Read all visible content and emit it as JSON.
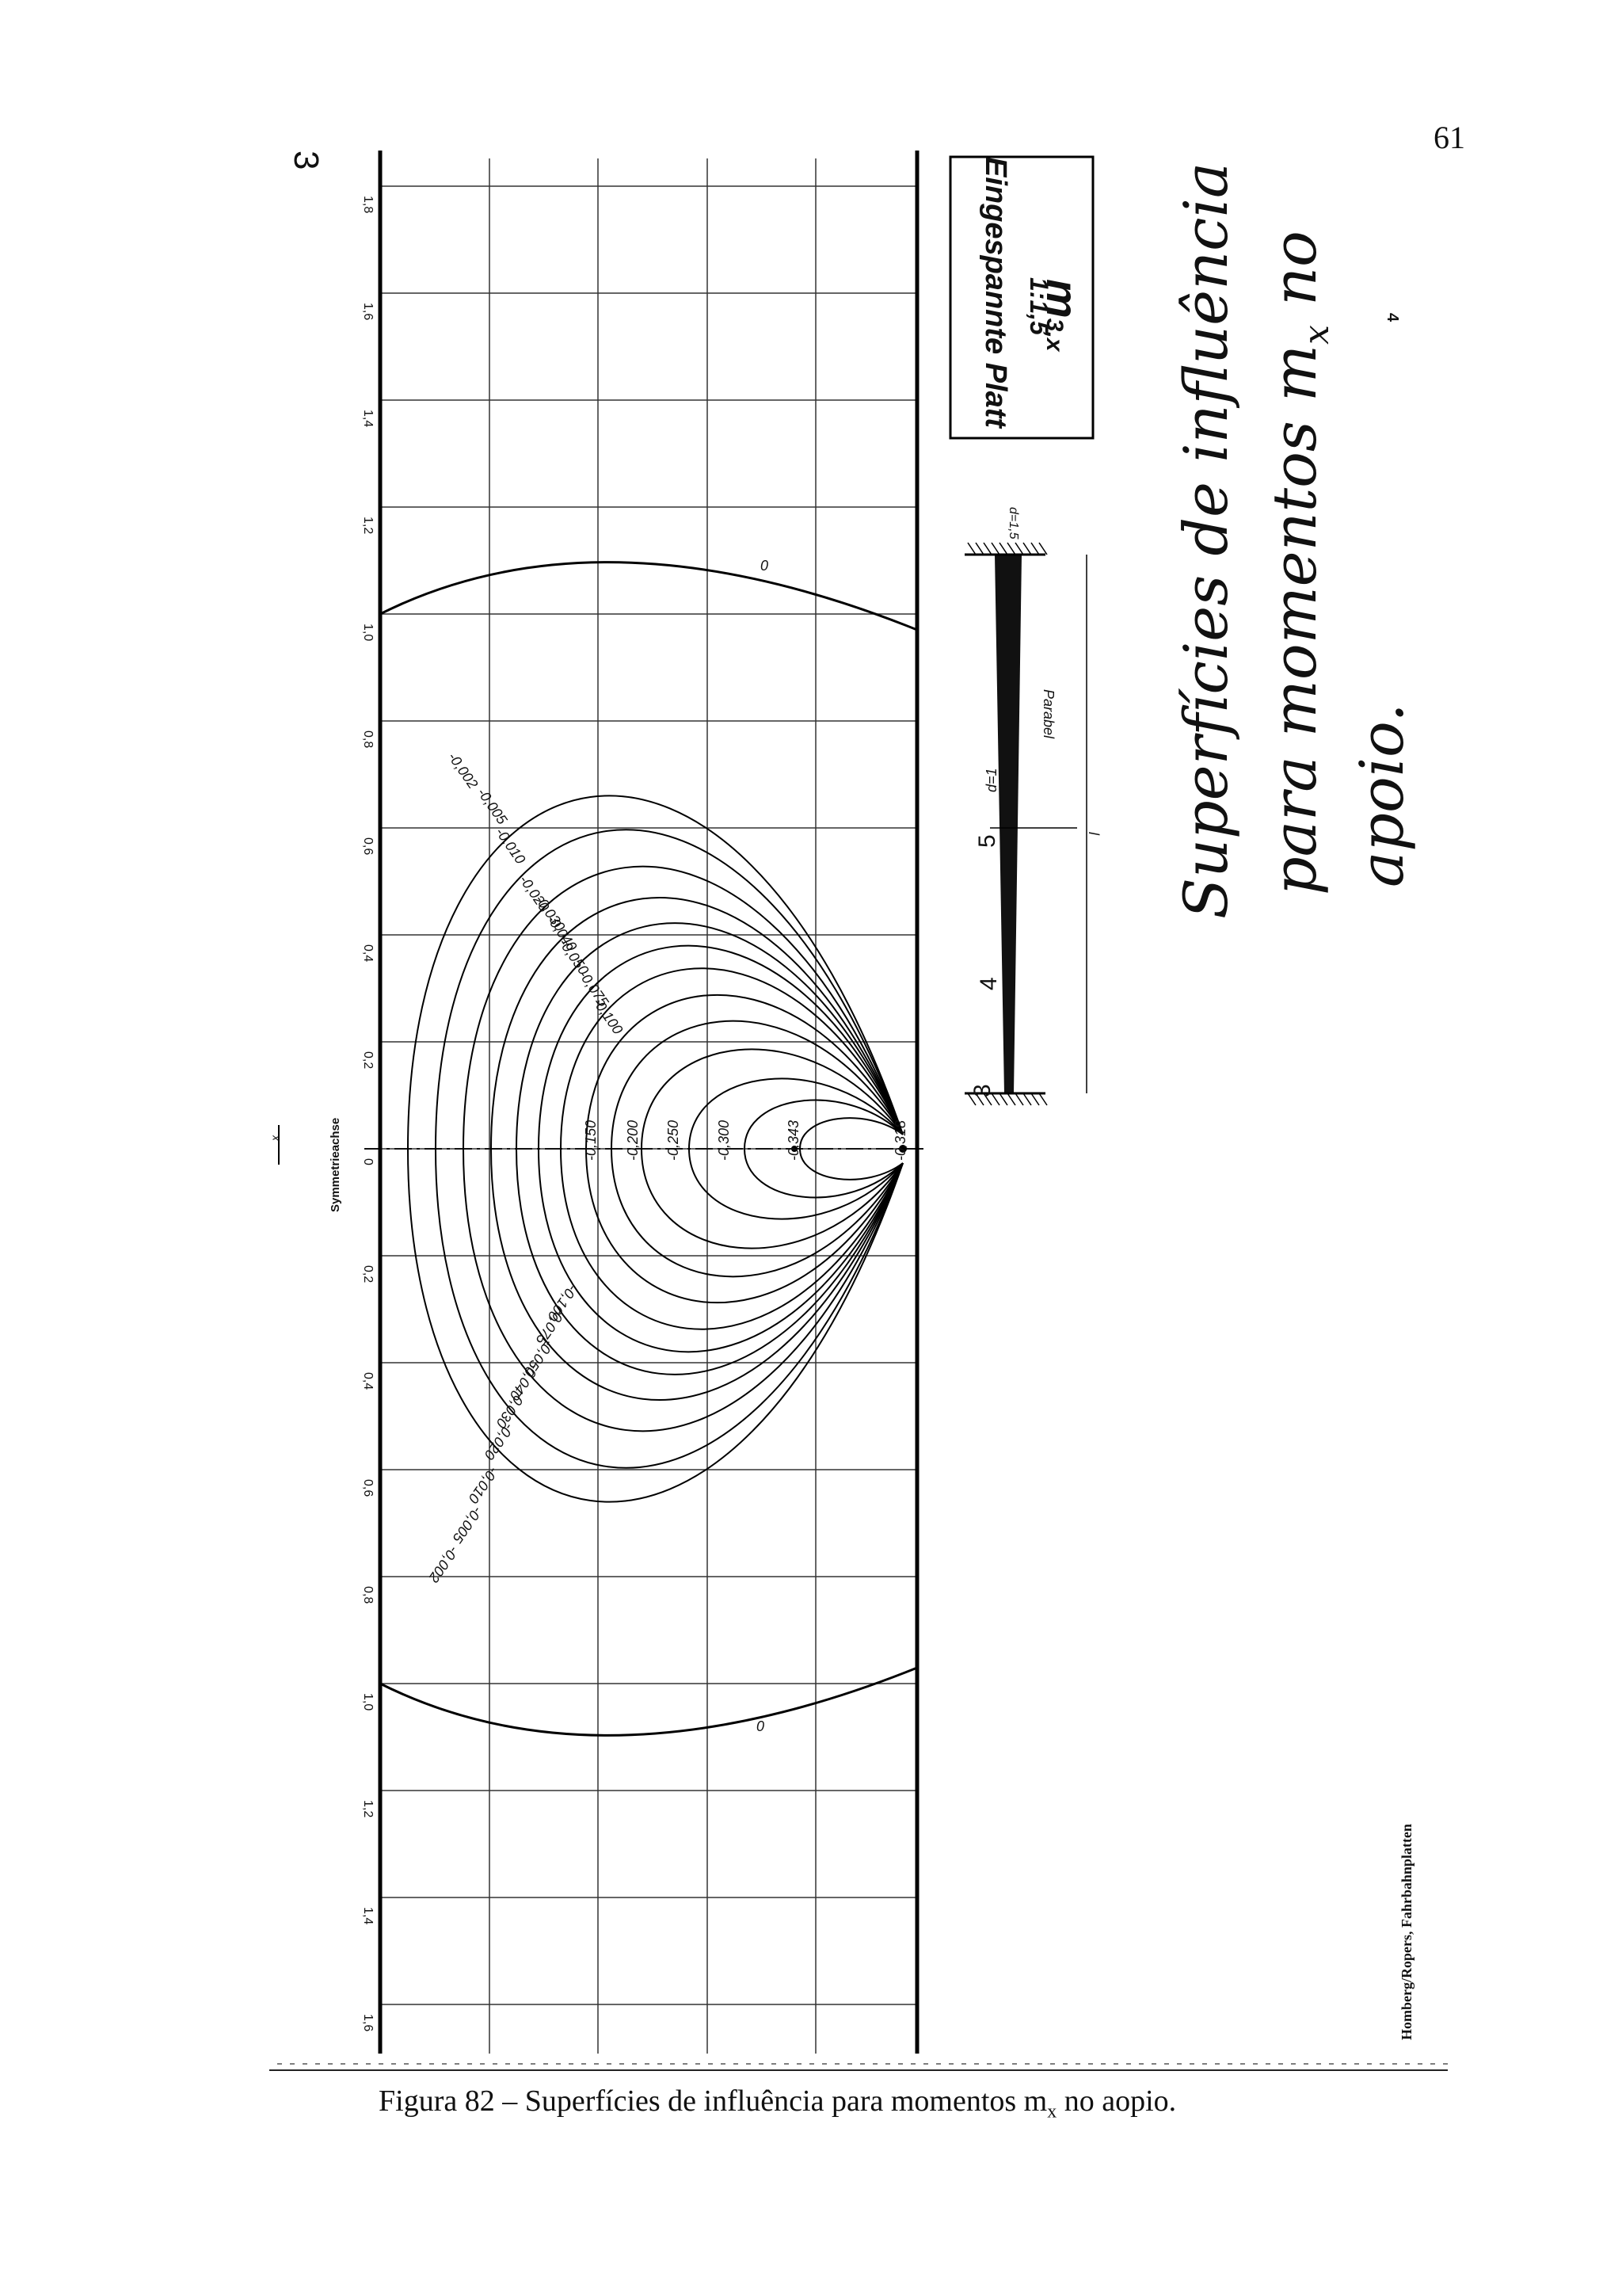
{
  "page_number": "61",
  "sheet_mark": "3",
  "right_mark": "4",
  "title_box": {
    "title": "Eingespannte Platt",
    "ratio": "1:1,5",
    "symbol": "m",
    "subscript": "3,x"
  },
  "axis": {
    "symmetry_label": "Symmetrieachse",
    "axis_variable": "x",
    "ticks_upper": [
      "1,8",
      "1,6",
      "1,4",
      "1,2",
      "1,0",
      "0,8",
      "0,6",
      "0,4",
      "0,2",
      "0"
    ],
    "ticks_lower": [
      "0,2",
      "0,4",
      "0,6",
      "0,8",
      "1,0",
      "1,2",
      "1,4",
      "1,6"
    ]
  },
  "contour_labels": {
    "upper": [
      "-0,002",
      "-0,005",
      "-0,010",
      "-0,020",
      "-0,030",
      "-0,040",
      "-0,050",
      "-0,075",
      "-0,100"
    ],
    "center": [
      "-0,150",
      "-0,200",
      "-0,250",
      "-0,300",
      "-0,343",
      "-0,318"
    ],
    "lower": [
      "-0,100",
      "-0,075",
      "-0,050",
      "-0,040",
      "-0,030",
      "-0,020",
      "-0,010",
      "-0,005",
      "-0,002"
    ],
    "zero": "0"
  },
  "section": {
    "d_top": "d=1,5",
    "d_mid": "d=1",
    "parabel": "Parabel",
    "length": "l",
    "marks": [
      "3",
      "4",
      "5"
    ]
  },
  "handwritten": {
    "line1": "Superfícies de influência",
    "line2": "para momentos m",
    "line2_sub": "x",
    "line2_end": " no",
    "line3": "apoio."
  },
  "credit": "Homberg/Ropers, Fahrbahnplatten",
  "caption": {
    "text": "Figura 82 – Superfícies de influência para momentos m",
    "sub": "x",
    "tail": " no aopio."
  }
}
